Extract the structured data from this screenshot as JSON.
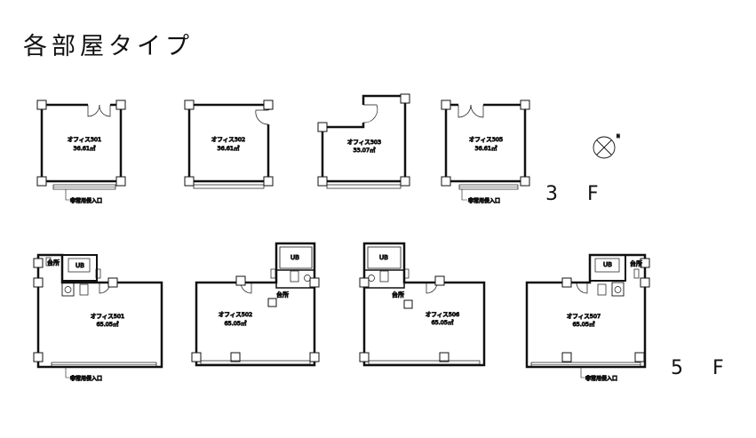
{
  "title": "各部屋タイプ",
  "floor_3_label": "3 F",
  "floor_5_label": "5 F",
  "emergency_entrance": "非常用侵入口",
  "kitchenette": "台所",
  "unit_bath": "UB",
  "north": "N",
  "rooms": [
    {
      "name": "オフィス301",
      "area": "36.61㎡"
    },
    {
      "name": "オフィス302",
      "area": "36.61㎡"
    },
    {
      "name": "オフィス303",
      "area": "33.07㎡"
    },
    {
      "name": "オフィス305",
      "area": "36.61㎡"
    },
    {
      "name": "オフィス501",
      "area": "65.05㎡"
    },
    {
      "name": "オフィス502",
      "area": "65.05㎡"
    },
    {
      "name": "オフィス506",
      "area": "65.05㎡"
    },
    {
      "name": "オフィス507",
      "area": "65.05㎡"
    }
  ]
}
